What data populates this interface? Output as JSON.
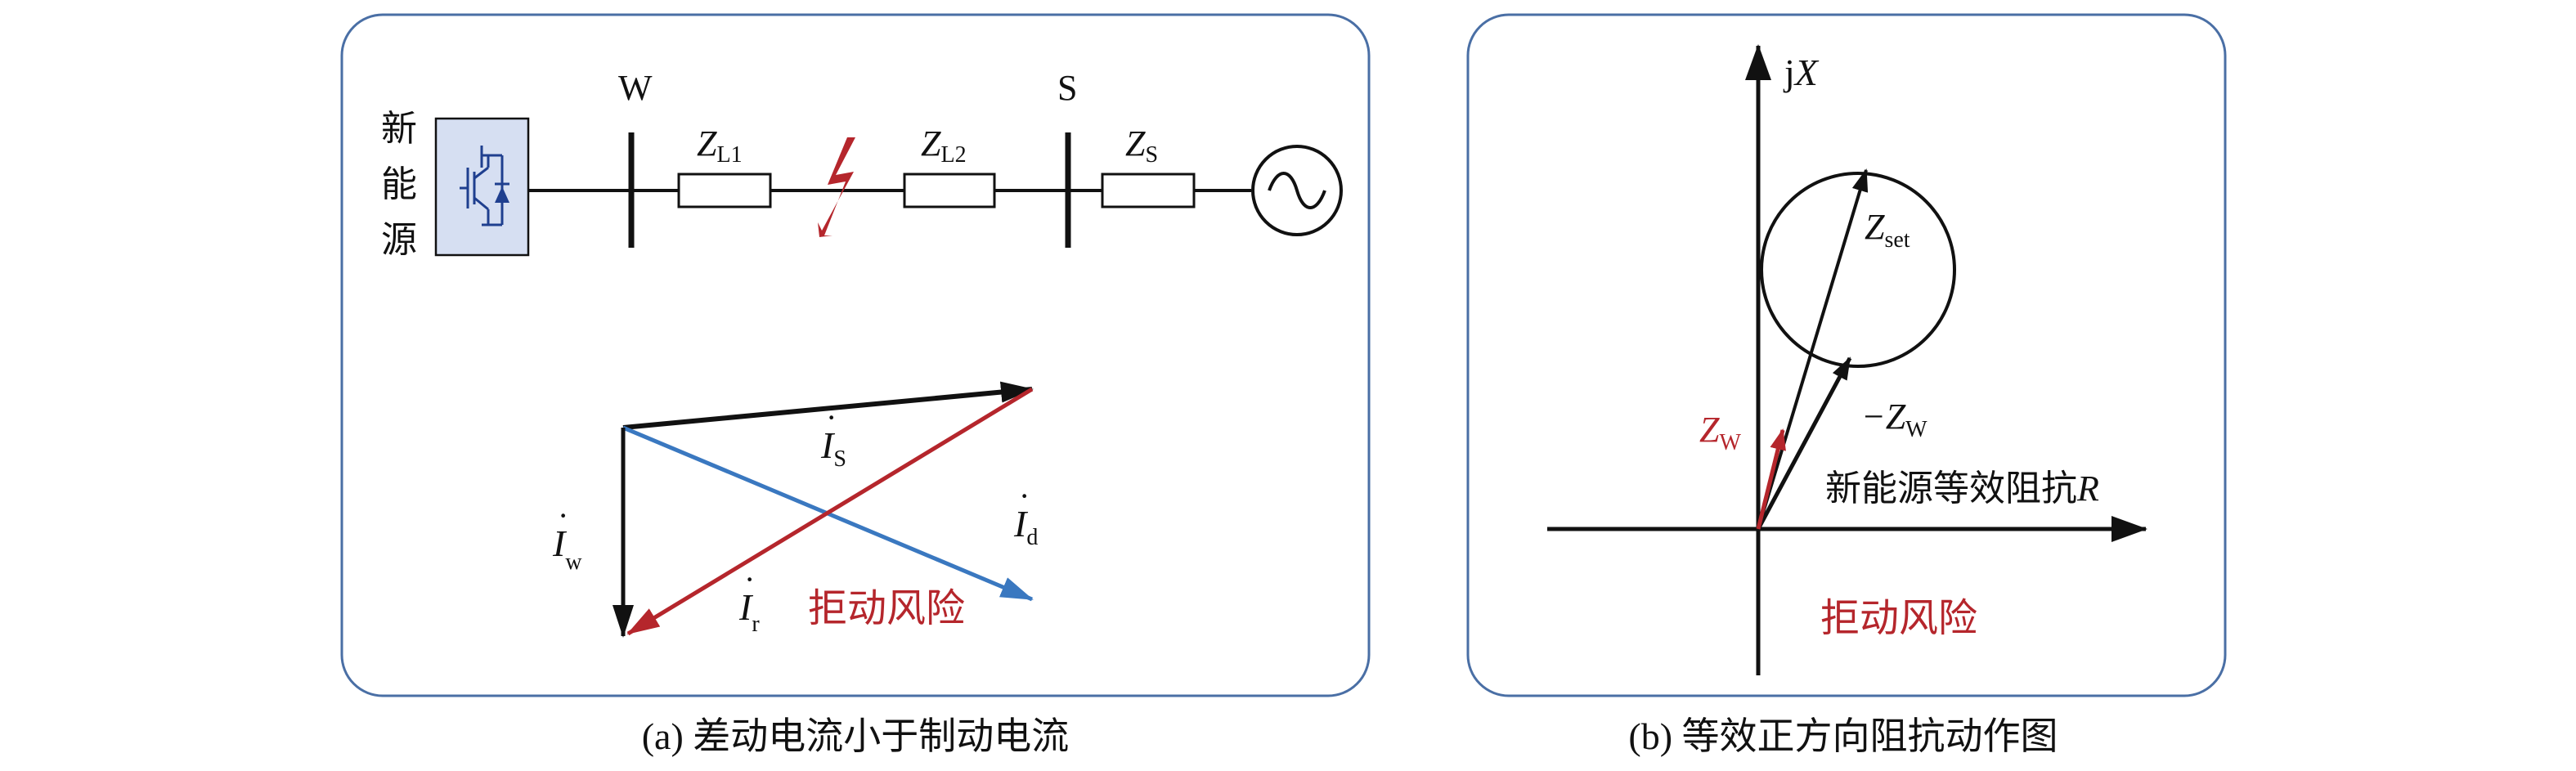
{
  "panel_a": {
    "source_label_chars": [
      "新",
      "能",
      "源"
    ],
    "bus_w": "W",
    "bus_s": "S",
    "zl1": {
      "main": "Z",
      "sub": "L1"
    },
    "zl2": {
      "main": "Z",
      "sub": "L2"
    },
    "zs": {
      "main": "Z",
      "sub": "S"
    },
    "phasor_is": {
      "main": "I",
      "sub": "S"
    },
    "phasor_id": {
      "main": "I",
      "sub": "d"
    },
    "phasor_iw": {
      "main": "I",
      "sub": "w"
    },
    "phasor_ir": {
      "main": "I",
      "sub": "r"
    },
    "risk_label": "拒动风险",
    "caption": "(a) 差动电流小于制动电流"
  },
  "panel_b": {
    "axis_jx": {
      "prefix": "j",
      "var": "X"
    },
    "axis_r": {
      "text": "新能源等效阻抗",
      "var": "R"
    },
    "zset": {
      "main": "Z",
      "sub": "set"
    },
    "neg_zw": {
      "main": "−Z",
      "sub": "W"
    },
    "zw": {
      "main": "Z",
      "sub": "W"
    },
    "risk_label": "拒动风险",
    "caption": "(b) 等效正方向阻抗动作图"
  },
  "colors": {
    "panel_border": "#4a6fa5",
    "black": "#111111",
    "red": "#b5262c",
    "blue": "#3a78c0",
    "converter_fill": "#d6dff2",
    "converter_diode": "#1f3f8f"
  }
}
